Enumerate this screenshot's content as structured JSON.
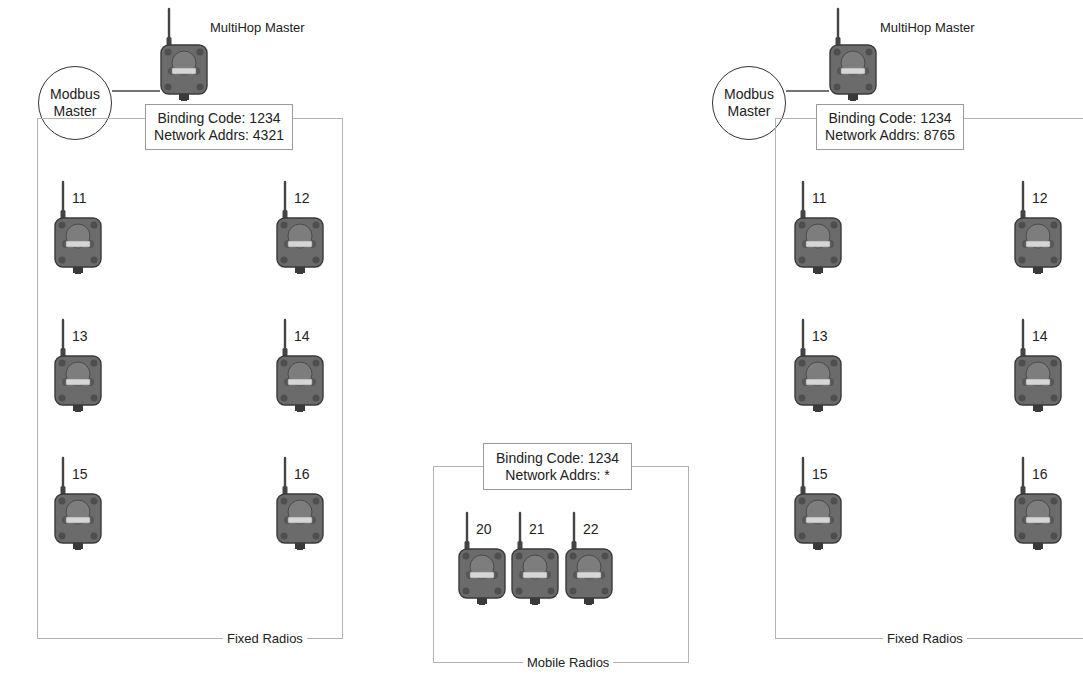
{
  "diagram": {
    "nodes": [
      {
        "text": [
          "Modbus Master"
        ]
      },
      {
        "text": [
          "MultiHop Master"
        ]
      },
      {
        "text": [
          "Binding Code: 1234",
          "Network Addrs: 4321"
        ]
      },
      {
        "text": [
          "Fixed Radios"
        ]
      },
      {
        "text": [
          "11"
        ],
        "in": 3
      },
      {
        "text": [
          "12"
        ],
        "in": 3
      },
      {
        "text": [
          "13"
        ],
        "in": 3
      },
      {
        "text": [
          "14"
        ],
        "in": 3
      },
      {
        "text": [
          "15"
        ],
        "in": 3
      },
      {
        "text": [
          "16"
        ],
        "in": 3
      },
      {
        "text": [
          "Binding Code: 1234",
          "Network Addrs: *"
        ]
      },
      {
        "text": [
          "Mobile Radios"
        ]
      },
      {
        "text": [
          "20"
        ],
        "in": 11
      },
      {
        "text": [
          "21"
        ],
        "in": 11
      },
      {
        "text": [
          "22"
        ],
        "in": 11
      },
      {
        "text": [
          "Modbus Master"
        ]
      },
      {
        "text": [
          "MultiHop Master"
        ]
      },
      {
        "text": [
          "Binding Code: 1234",
          "Network Addrs: 8765"
        ]
      },
      {
        "text": [
          "Fixed Radios"
        ]
      },
      {
        "text": [
          "11"
        ],
        "in": 18
      },
      {
        "text": [
          "12"
        ],
        "in": 18
      },
      {
        "text": [
          "13"
        ],
        "in": 18
      },
      {
        "text": [
          "14"
        ],
        "in": 18
      },
      {
        "text": [
          "15"
        ],
        "in": 18
      },
      {
        "text": [
          "16"
        ],
        "in": 18
      }
    ],
    "edges": [
      {
        "from": 0,
        "to": 1,
        "arrow": "none"
      },
      {
        "from": 15,
        "to": 16,
        "arrow": "none"
      }
    ]
  }
}
